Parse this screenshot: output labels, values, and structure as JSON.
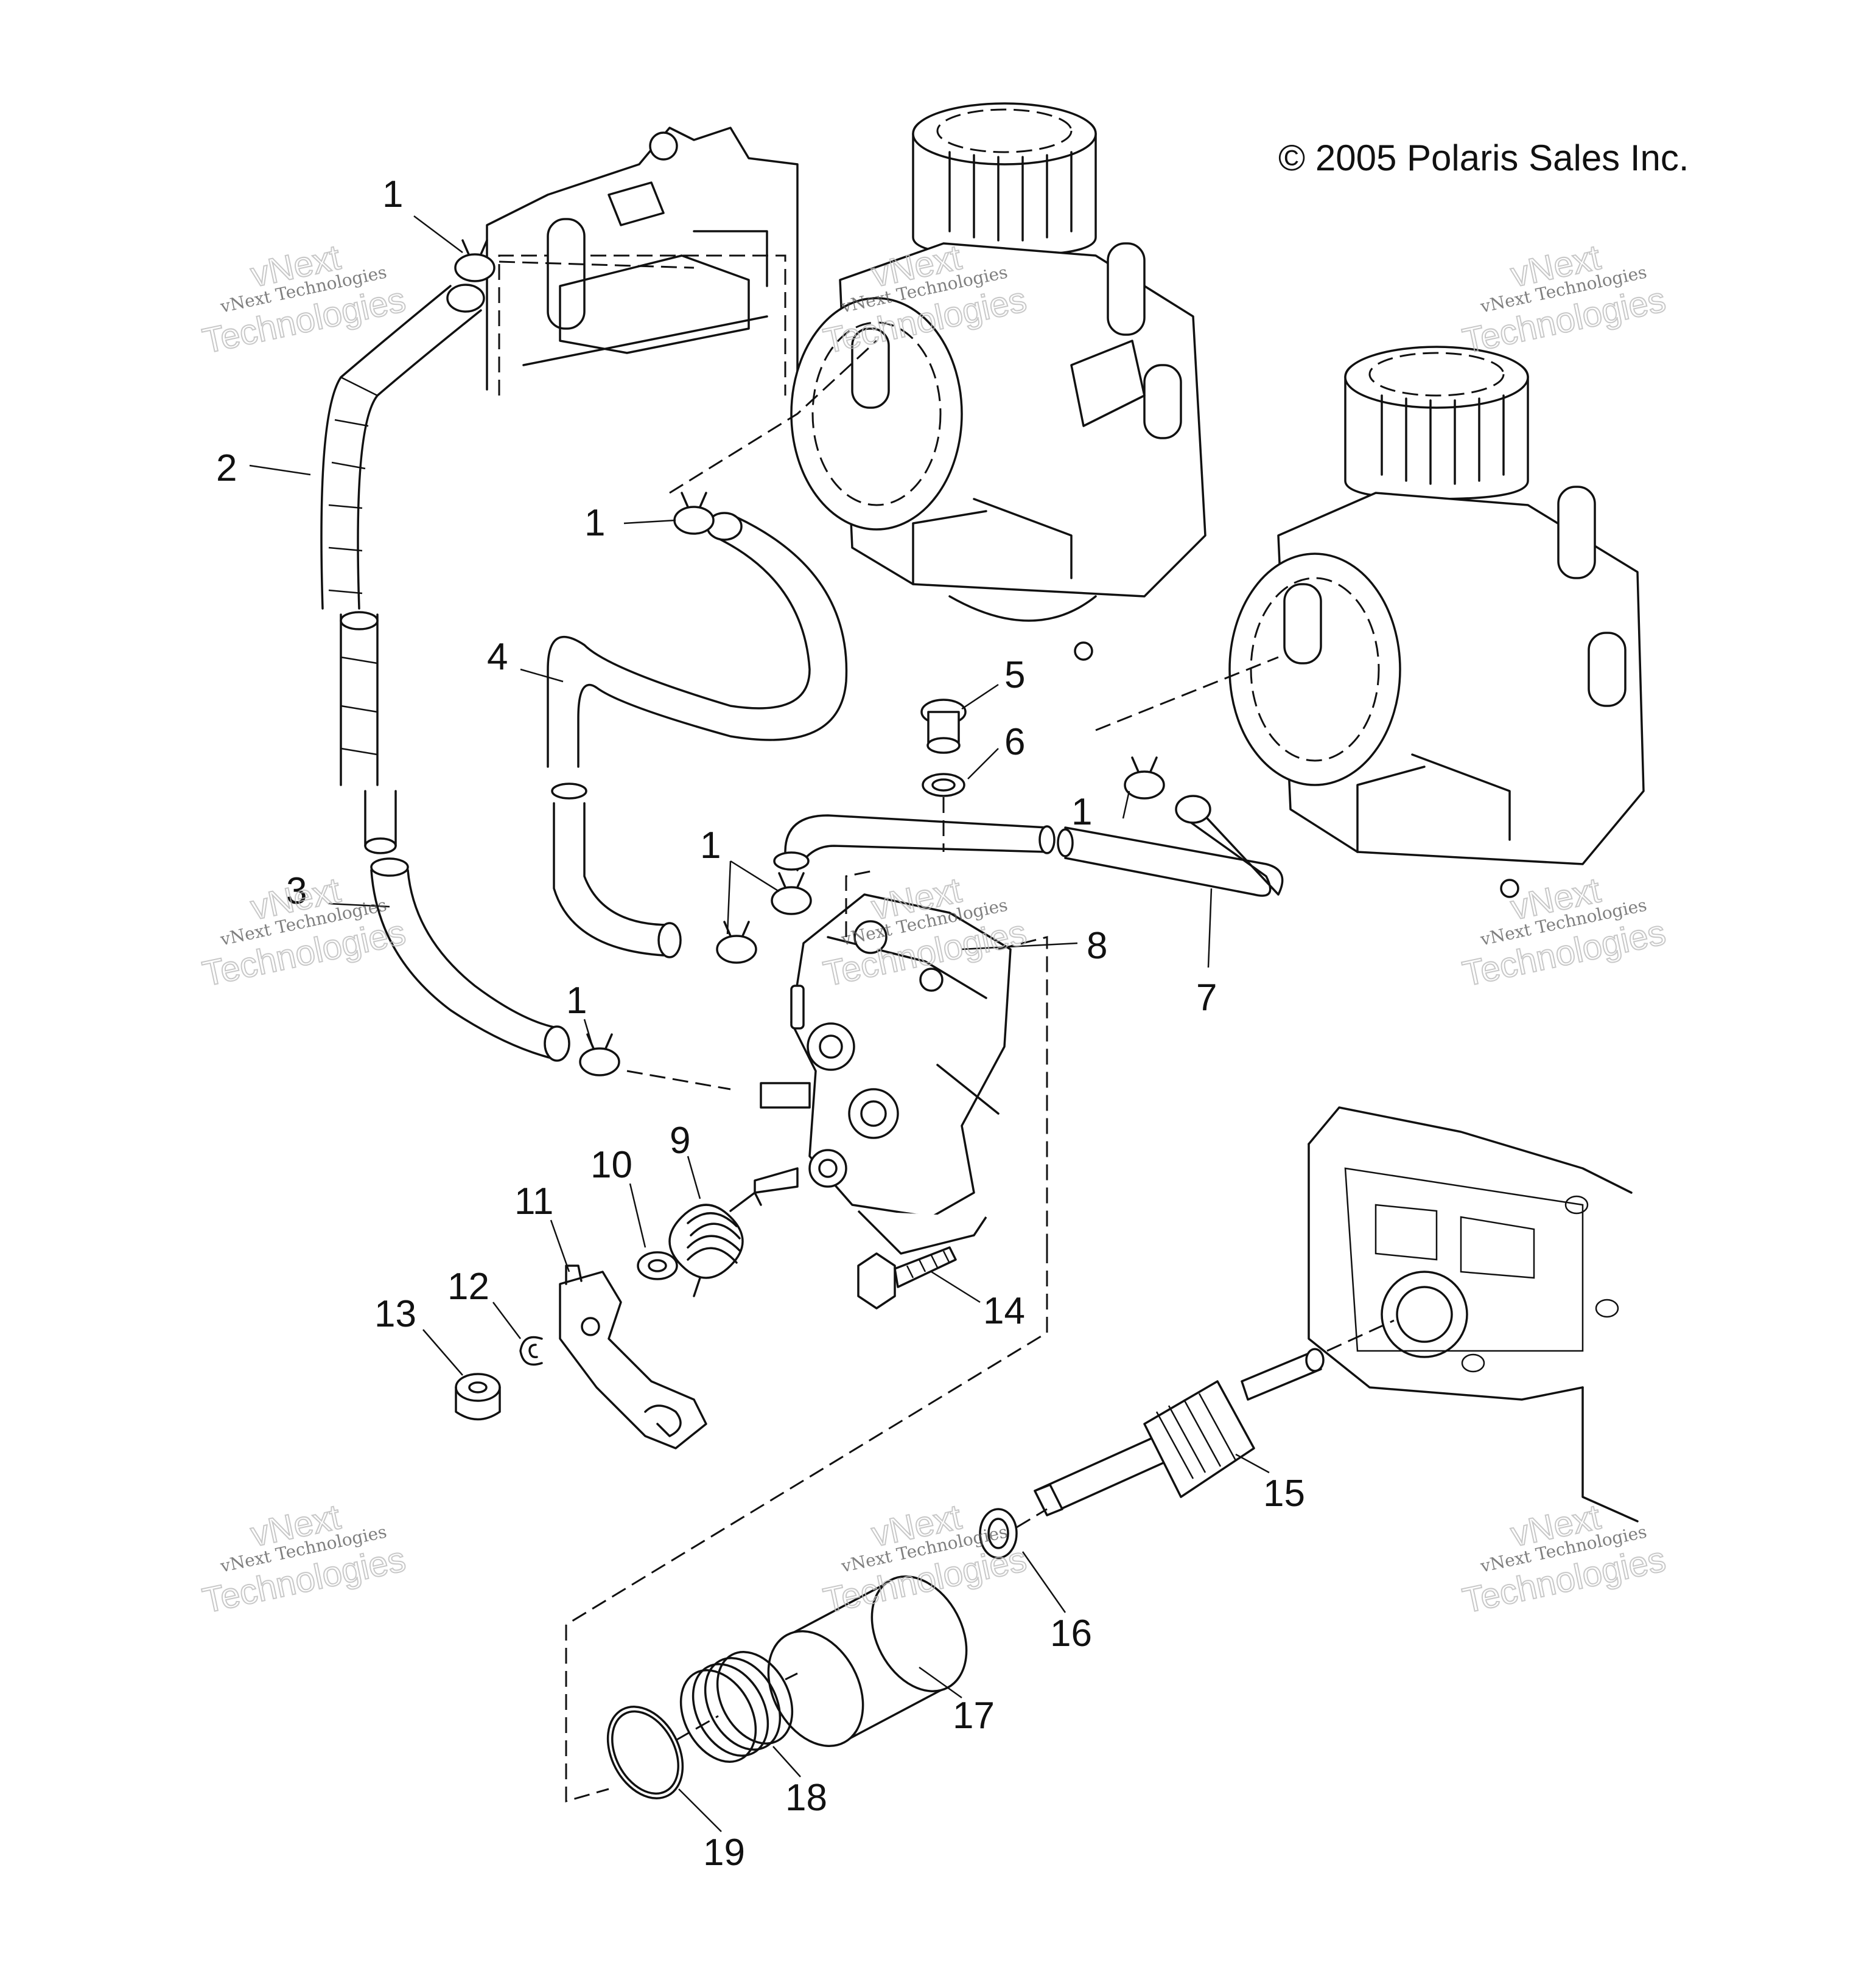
{
  "copyright": "© 2005 Polaris Sales Inc.",
  "watermark": {
    "line1": "vNext",
    "line2": "vNext Technologies",
    "line3": "Technologies"
  },
  "callouts": [
    "1",
    "1",
    "1",
    "1",
    "1",
    "1",
    "2",
    "3",
    "4",
    "5",
    "6",
    "7",
    "8",
    "9",
    "10",
    "11",
    "12",
    "13",
    "14",
    "15",
    "16",
    "17",
    "18",
    "19"
  ]
}
